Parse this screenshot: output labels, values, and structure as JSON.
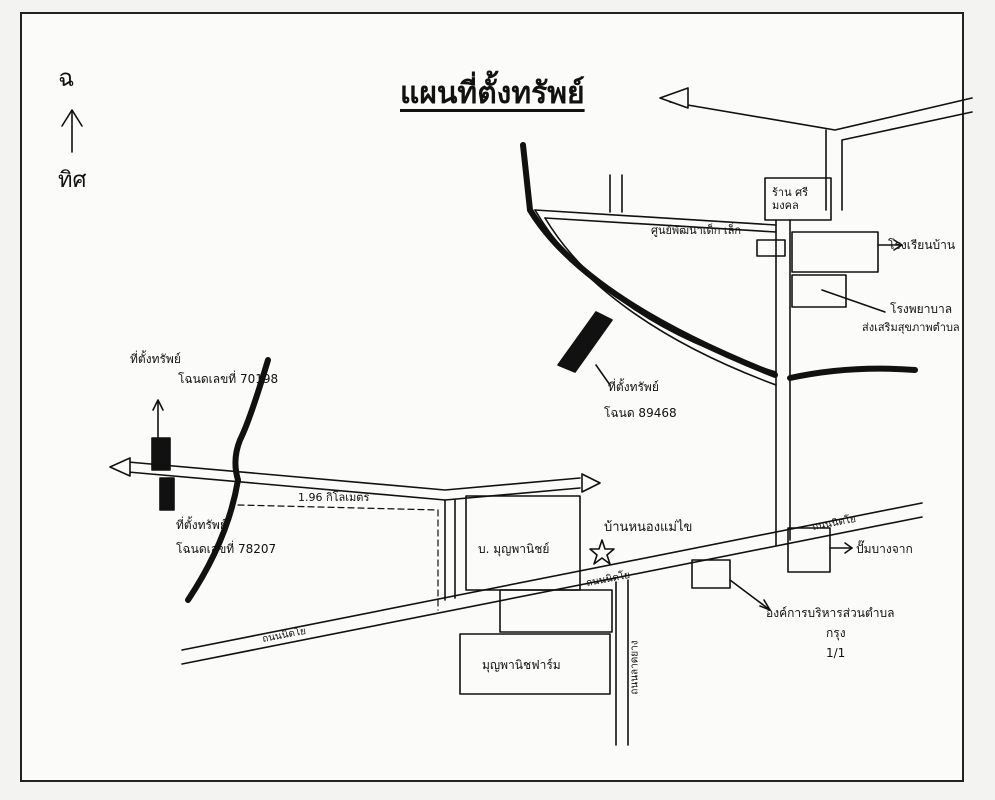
{
  "title": "แผนที่ตั้งทรัพย์",
  "compass": {
    "north_mark": "ฉ",
    "direction_label": "ทิศ"
  },
  "labels": {
    "plot_1_title": "ที่ตั้งทรัพย์",
    "plot_1_deed": "โฉนดเลขที่ 70198",
    "plot_2_title": "ที่ตั้งทรัพย์",
    "plot_2_deed": "โฉนดเลขที่ 78207",
    "plot_3_title": "ที่ตั้งทรัพย์",
    "plot_3_deed": "โฉนด 89468",
    "distance": "1.96 กิโลเมตร",
    "mart": "ร้าน ศรีมงคล",
    "center": "ศูนย์พัฒนาเด็ก เล็ก",
    "school": "โรงเรียนบ้าน",
    "hospital_1": "โรงพยาบาล",
    "hospital_2": "ส่งเสริมสุขภาพตำบล",
    "village": "บ้านหนองแม่ไข",
    "company": "บ. มุญพานิชย์",
    "road_1": "ถนนนิตโย",
    "road_2": "ถนนนิตโย",
    "road_3": "ถนนนิตโย",
    "side_road": "ถนนลาดยาง",
    "gas": "ปั๊มบางจาก",
    "tambon_1": "องค์การบริหารส่วนตำบล",
    "tambon_2": "กรุง",
    "tambon_3": "1/1",
    "farm": "มุญพานิชฟาร์ม"
  },
  "colors": {
    "ink": "#111111",
    "paper": "#fbfbfa"
  }
}
